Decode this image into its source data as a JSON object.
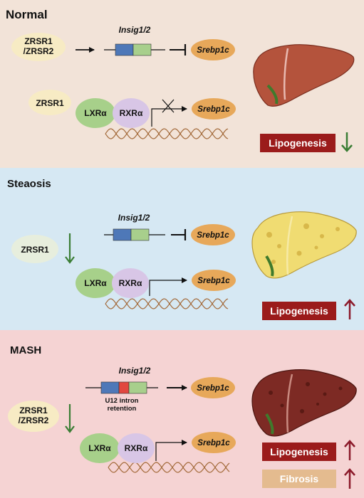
{
  "colors": {
    "normal_bg": "#f2e3d8",
    "steatosis_bg": "#d6e8f3",
    "mash_bg": "#f5d3d3",
    "gene_blue": "#4e78b8",
    "gene_green": "#a8cf8c",
    "gene_red": "#e1473f",
    "srebp_oval": "#e7a85a",
    "zrsr_oval": "#f7ebc4",
    "lxr_oval": "#a7d08a",
    "rxr_oval": "#d8c6e6",
    "dna": "#a36a3a",
    "badge_dark_red": "#9b1b1b",
    "badge_tan": "#e4bb8f",
    "arrow_green": "#3a7d34",
    "arrow_red": "#8b1a2a"
  },
  "panels": [
    {
      "title": "Normal",
      "zrsr_label_line1": "ZRSR1",
      "zrsr_label_line2": "/ZRSR2",
      "insig_label": "Insig1/2",
      "srebp_top": "Srebp1c",
      "zrsr_bottom": "ZRSR1",
      "lxr": "LXRα",
      "rxr": "RXRα",
      "srebp_bottom": "Srebp1c",
      "badge1": "Lipogenesis",
      "badge1_trend": "down"
    },
    {
      "title": "Steaosis",
      "zrsr_label": "ZRSR1",
      "zrsr_trend": "down",
      "insig_label": "Insig1/2",
      "srebp_top": "Srebp1c",
      "lxr": "LXRα",
      "rxr": "RXRα",
      "srebp_bottom": "Srebp1c",
      "badge1": "Lipogenesis",
      "badge1_trend": "up"
    },
    {
      "title": "MASH",
      "zrsr_label_line1": "ZRSR1",
      "zrsr_label_line2": "/ZRSR2",
      "zrsr_trend": "down",
      "insig_label": "Insig1/2",
      "intron_line1": "U12 intron",
      "intron_line2": "retention",
      "srebp_top": "Srebp1c",
      "lxr": "LXRα",
      "rxr": "RXRα",
      "srebp_bottom": "Srebp1c",
      "badge1": "Lipogenesis",
      "badge1_trend": "up",
      "badge2": "Fibrosis",
      "badge2_trend": "up"
    }
  ]
}
